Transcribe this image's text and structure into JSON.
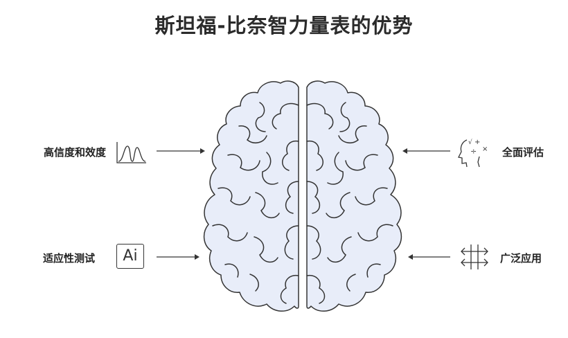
{
  "title": "斯坦福-比奈智力量表的优势",
  "left": [
    {
      "label": "高信度和效度",
      "icon": "bell-curve-icon"
    },
    {
      "label": "适应性测试",
      "icon": "ai-icon",
      "icon_text": "Ai"
    }
  ],
  "right": [
    {
      "label": "全面评估",
      "icon": "head-math-icon"
    },
    {
      "label": "广泛应用",
      "icon": "crossed-arrows-icon"
    }
  ],
  "colors": {
    "brain_fill": "#e8edf9",
    "outline": "#333333"
  }
}
